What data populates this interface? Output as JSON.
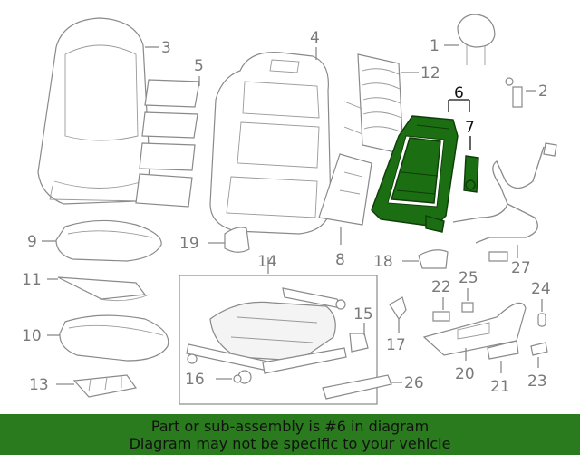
{
  "callouts": {
    "n1": "1",
    "n2": "2",
    "n3": "3",
    "n4": "4",
    "n5": "5",
    "n6": "6",
    "n7": "7",
    "n8": "8",
    "n9": "9",
    "n10": "10",
    "n11": "11",
    "n12": "12",
    "n13": "13",
    "n14": "14",
    "n15": "15",
    "n16": "16",
    "n17": "17",
    "n18": "18",
    "n19": "19",
    "n20": "20",
    "n21": "21",
    "n22": "22",
    "n23": "23",
    "n24": "24",
    "n25": "25",
    "n26": "26",
    "n27": "27"
  },
  "highlight": {
    "part": "6",
    "color": "#1b6e12"
  },
  "banner": {
    "line1": "Part or sub-assembly is #6 in diagram",
    "line2": "Diagram may not be specific to your vehicle",
    "color": "#2a7a1e"
  }
}
